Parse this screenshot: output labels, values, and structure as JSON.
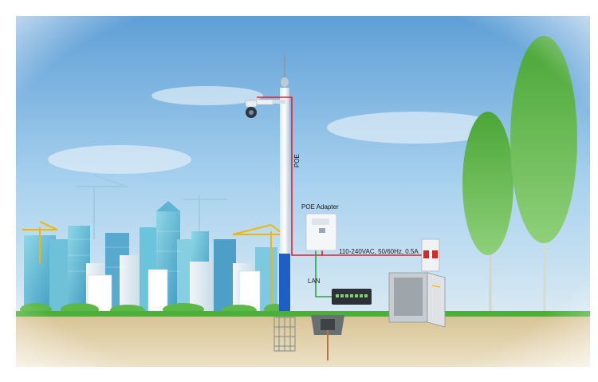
{
  "labels": {
    "poe": "POE",
    "poe_adapter": "POE Adapter",
    "power_spec": "110-240VAC, 50/60Hz, 0.5A",
    "lan": "LAN"
  },
  "colors": {
    "poe_cable": "#e0202a",
    "lan_cable": "#2ea043",
    "pole": "#1f5fc4",
    "sky": "#8ec3ea",
    "ground": "#d9c9a3",
    "grass": "#4caf3a"
  }
}
